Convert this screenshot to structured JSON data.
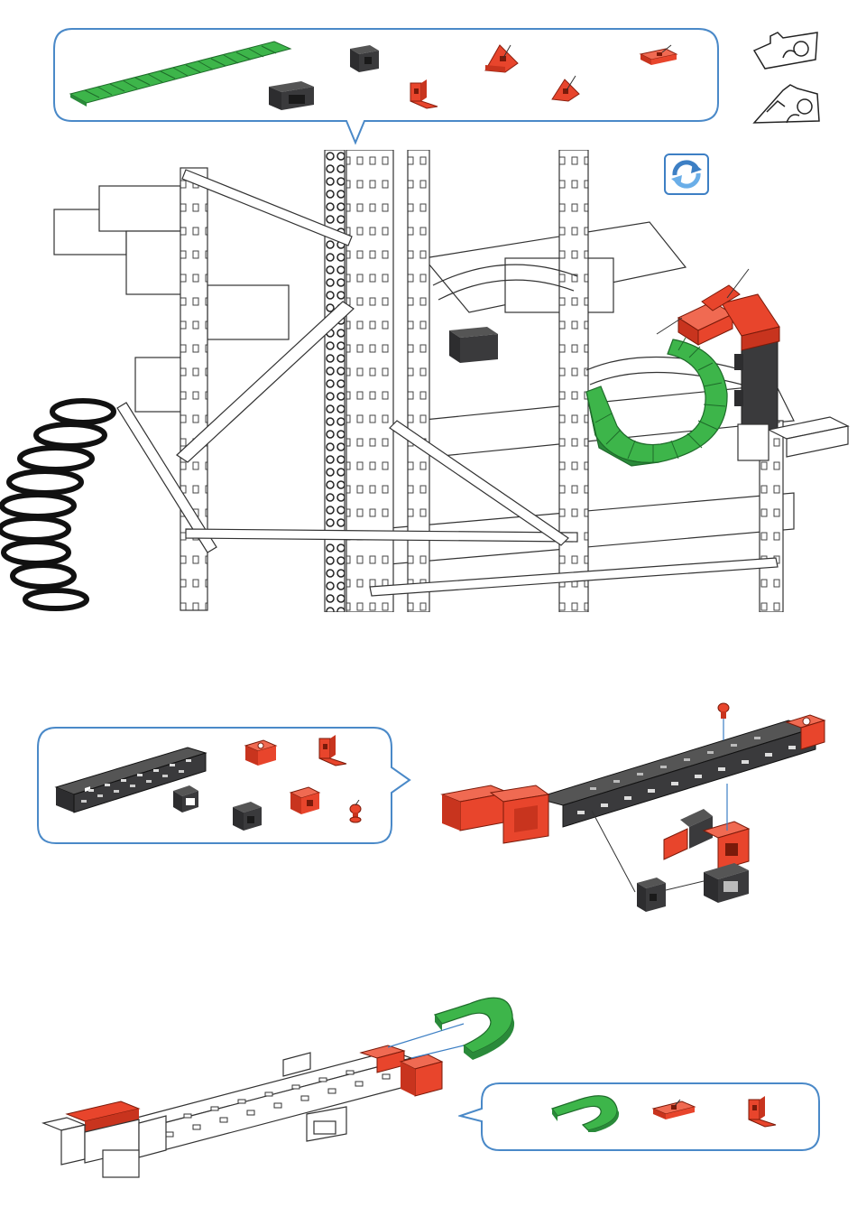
{
  "page": {
    "background": "#ffffff",
    "accent_colors": {
      "callout_border": "#4a89c8",
      "part_red": "#e8452c",
      "part_green": "#3db54a",
      "part_dark": "#3a3a3c",
      "part_white": "#ffffff"
    }
  },
  "step1": {
    "parts_callout": {
      "parts": [
        {
          "icon": "green-flex-track-icon",
          "color": "#3db54a"
        },
        {
          "icon": "dark-building-block-icon",
          "color": "#3a3a3c"
        },
        {
          "icon": "dark-building-block-large-icon",
          "color": "#3a3a3c"
        },
        {
          "icon": "red-ramp-block-icon",
          "color": "#e8452c"
        },
        {
          "icon": "red-angle-bracket-icon",
          "color": "#e8452c"
        },
        {
          "icon": "red-ramp-block-small-icon",
          "color": "#e8452c"
        },
        {
          "icon": "red-flat-plate-icon",
          "color": "#e8452c"
        }
      ]
    },
    "piece_diagrams": [
      {
        "icon": "puzzle-piece-outline-icon"
      },
      {
        "icon": "puzzle-piece-outline-angled-icon"
      }
    ],
    "rotate_button": {
      "icon": "rotate-view-icon",
      "color": "#3d7fc4"
    },
    "assembly": {
      "icon": "tower-assembly-illustration"
    }
  },
  "step2": {
    "parts_callout": {
      "parts": [
        {
          "icon": "dark-long-beam-icon",
          "color": "#3a3a3c"
        },
        {
          "icon": "dark-square-block-icon",
          "color": "#3a3a3c"
        },
        {
          "icon": "dark-building-block-icon",
          "color": "#3a3a3c"
        },
        {
          "icon": "red-square-block-icon",
          "color": "#e8452c"
        },
        {
          "icon": "red-angle-bracket-icon",
          "color": "#e8452c"
        },
        {
          "icon": "red-building-block-icon",
          "color": "#e8452c"
        },
        {
          "icon": "red-peg-icon",
          "color": "#e8452c"
        }
      ]
    },
    "assembly": {
      "icon": "beam-subassembly-illustration"
    }
  },
  "step3": {
    "parts_callout": {
      "parts": [
        {
          "icon": "green-curve-piece-icon",
          "color": "#3db54a"
        },
        {
          "icon": "red-flat-plate-icon",
          "color": "#e8452c"
        },
        {
          "icon": "red-angle-bracket-icon",
          "color": "#e8452c"
        }
      ]
    },
    "assembly": {
      "icon": "beam-with-curve-illustration"
    }
  }
}
